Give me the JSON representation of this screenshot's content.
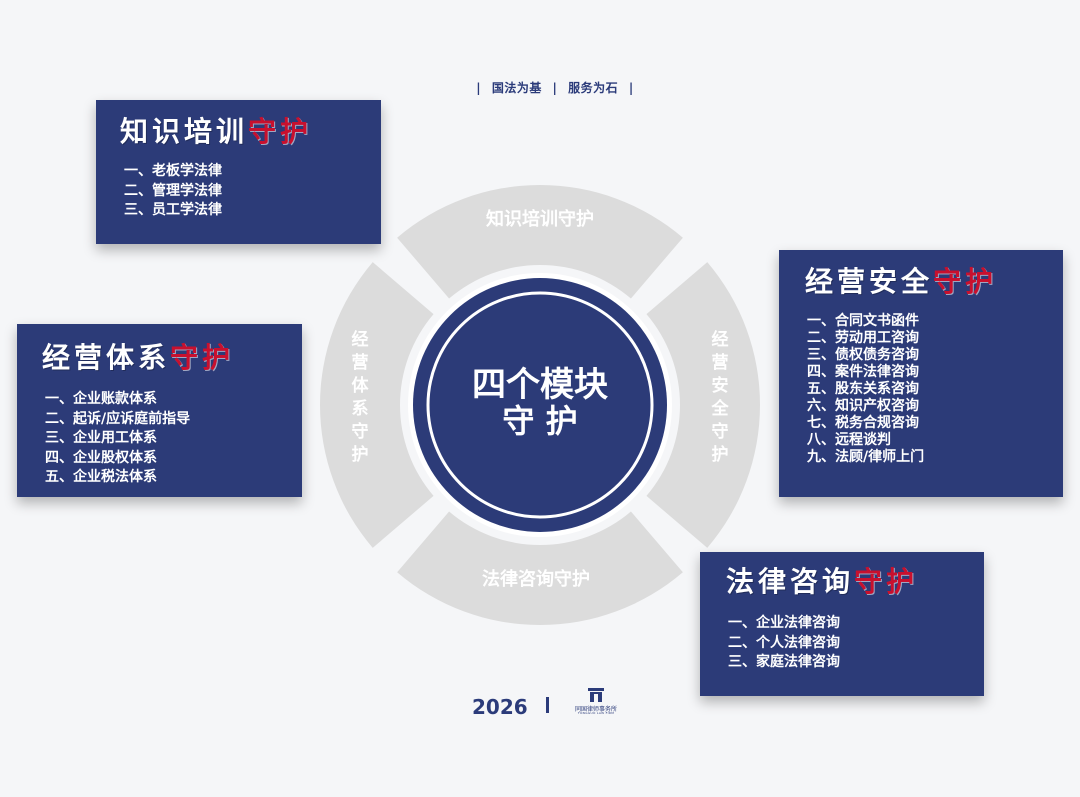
{
  "tagline": {
    "left": "国法为基",
    "right": "服务为石",
    "bar": "|"
  },
  "center": {
    "line1": "四个模块",
    "line2": "守 护"
  },
  "ring": {
    "top": "知识培训守护",
    "bottom": "法律咨询守护",
    "left": [
      "经",
      "营",
      "体",
      "系",
      "守",
      "护"
    ],
    "right": [
      "经",
      "营",
      "安",
      "全",
      "守",
      "护"
    ]
  },
  "panels": {
    "knowledge": {
      "title_main": "知识培训",
      "title_accent": "守护",
      "items": [
        "一、老板学法律",
        "二、管理学法律",
        "三、员工学法律"
      ]
    },
    "system": {
      "title_main": "经营体系",
      "title_accent": "守护",
      "items": [
        "一、企业账款体系",
        "二、起诉/应诉庭前指导",
        "三、企业用工体系",
        "四、企业股权体系",
        "五、企业税法体系"
      ]
    },
    "safety": {
      "title_main": "经营安全",
      "title_accent": "守护",
      "items": [
        "一、合同文书函件",
        "二、劳动用工咨询",
        "三、债权债务咨询",
        "四、案件法律咨询",
        "五、股东关系咨询",
        "六、知识产权咨询",
        "七、税务合规咨询",
        "八、远程谈判",
        "九、法顾/律师上门"
      ]
    },
    "consult": {
      "title_main": "法律咨询",
      "title_accent": "守护",
      "items": [
        "一、企业法律咨询",
        "二、个人法律咨询",
        "三、家庭法律咨询"
      ]
    }
  },
  "footer": {
    "year": "2026",
    "logo_name": "同国律师事务所",
    "logo_sub": "TONGGUO LAW FIRM"
  },
  "colors": {
    "navy": "#2c3b78",
    "accent_red": "#c8102e",
    "ring_gray": "#dcdcdc",
    "background": "#f5f6f8"
  }
}
